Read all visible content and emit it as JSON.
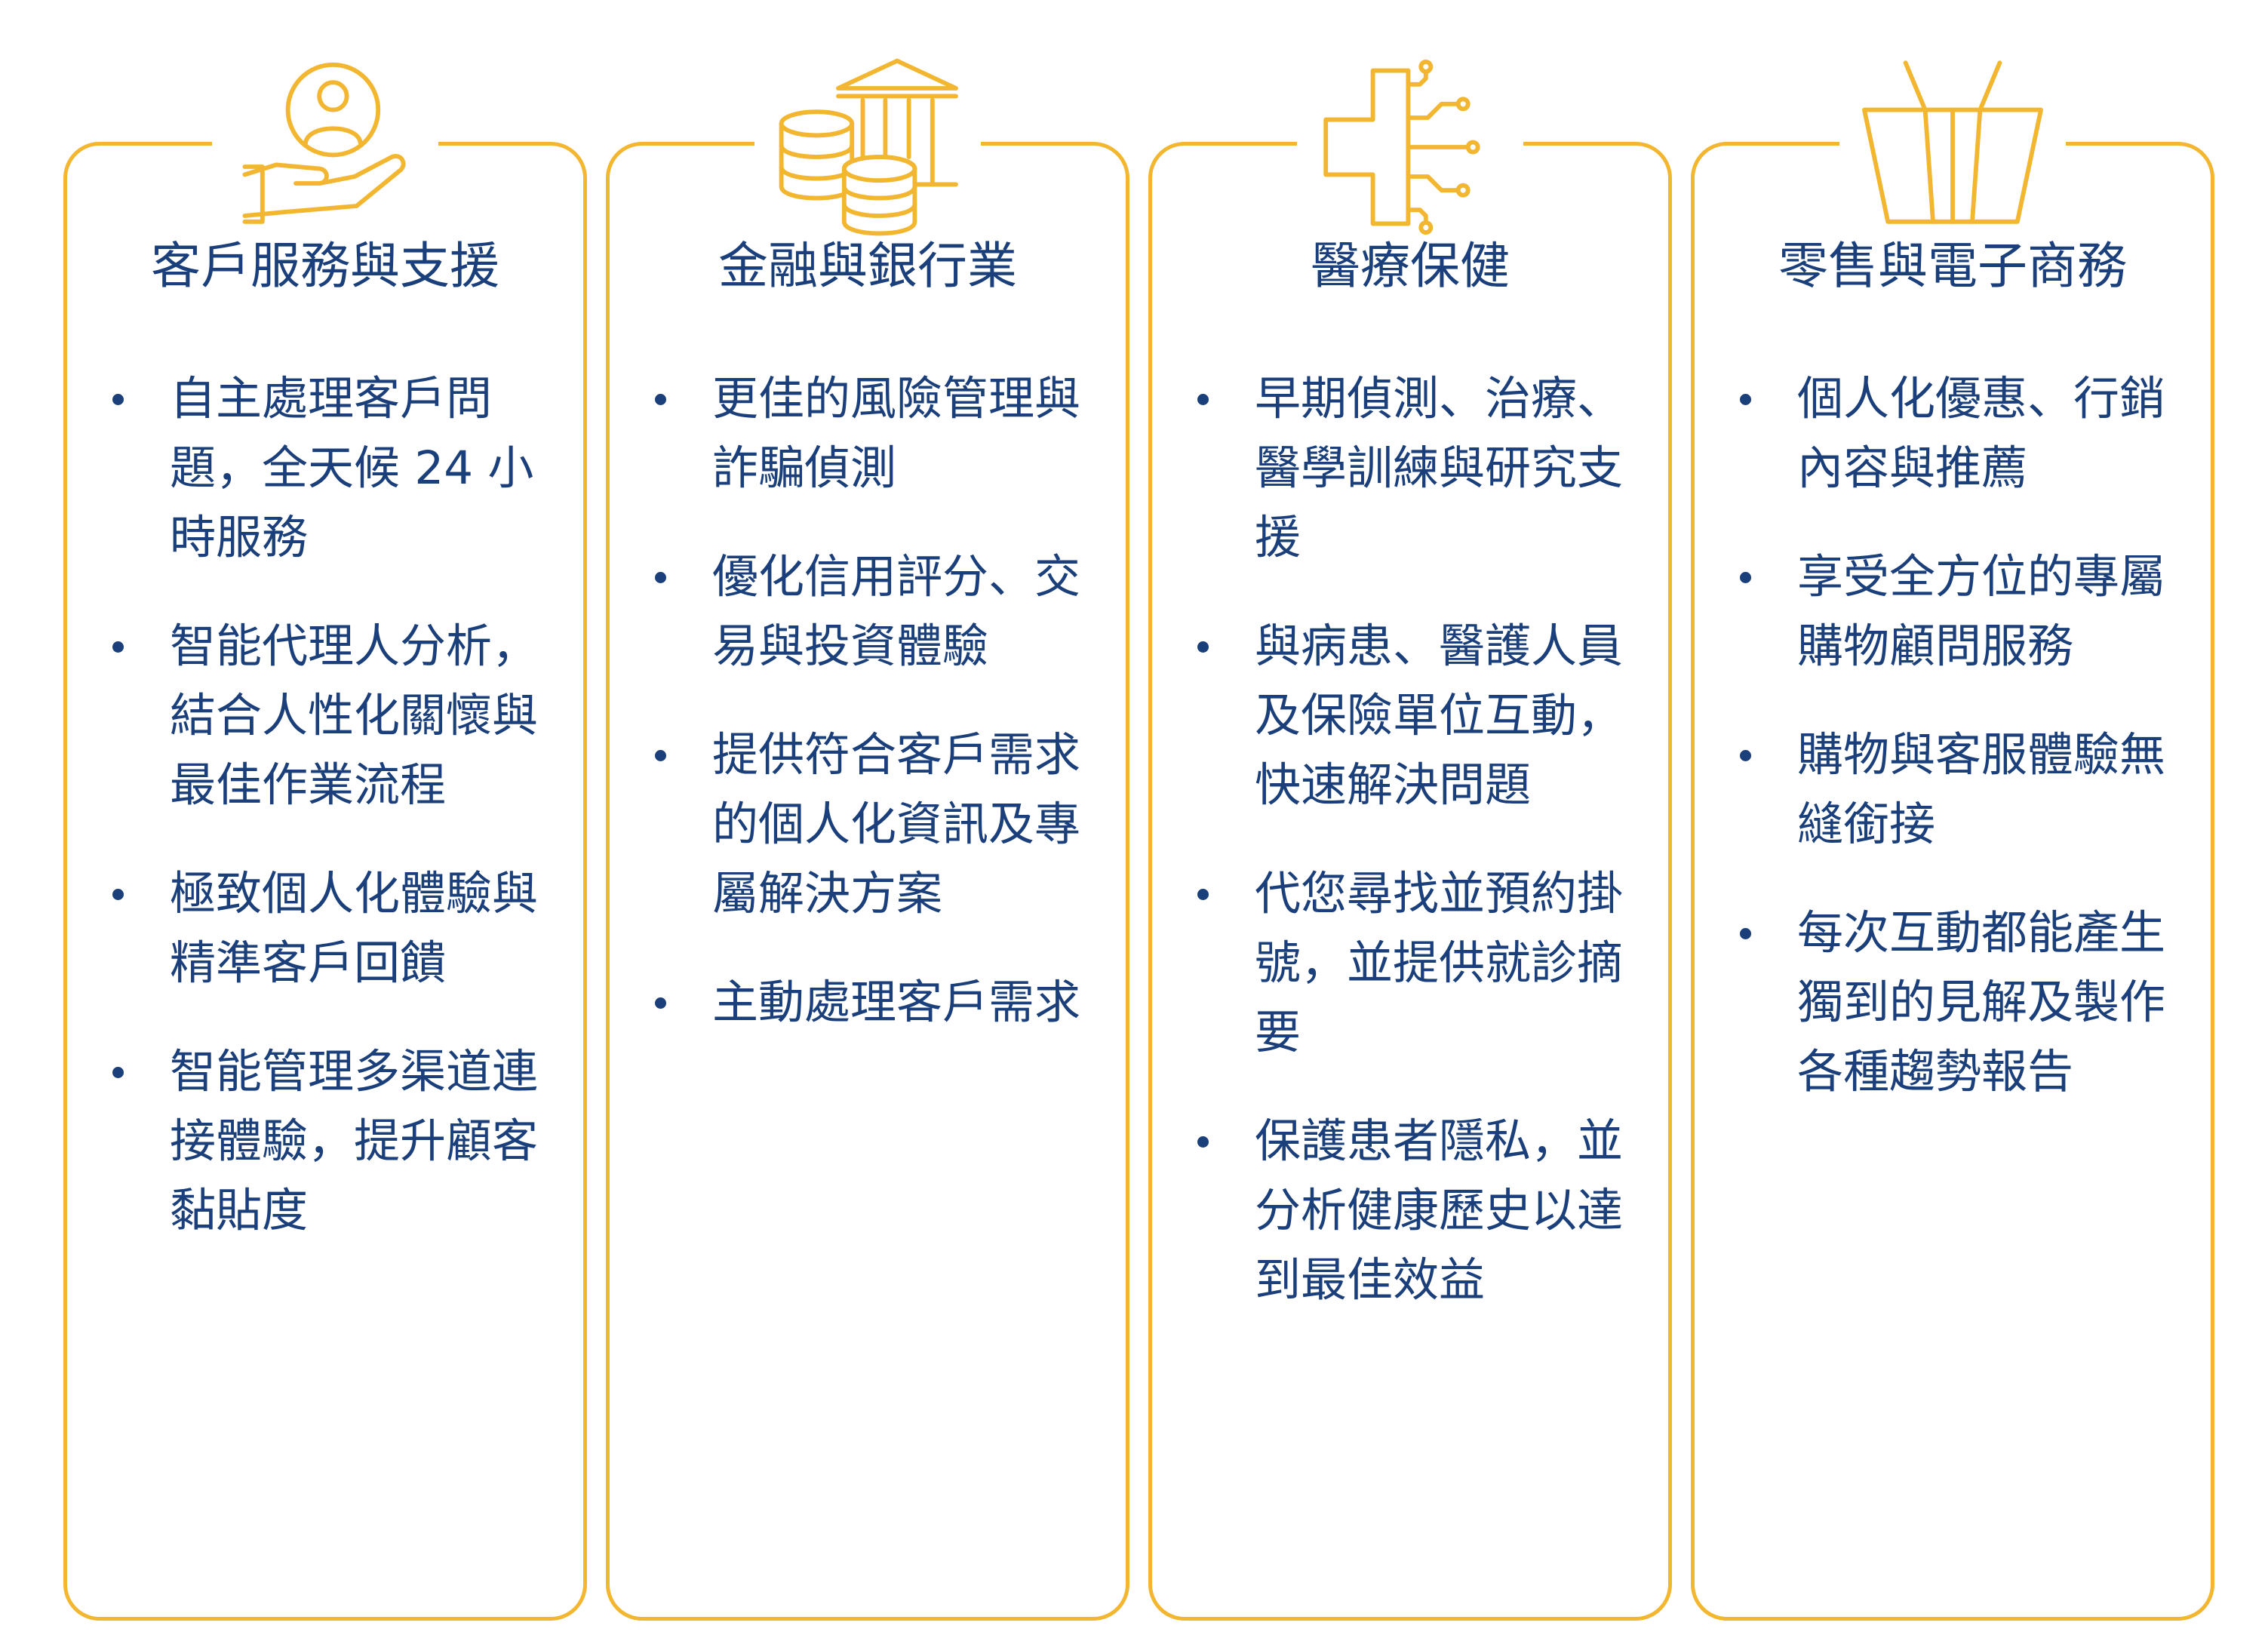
{
  "accent_color": "#f2b630",
  "text_color": "#1a3f7a",
  "columns": [
    {
      "icon": "hand-person-icon",
      "title": "客戶服務與支援",
      "items": [
        "自主處理客戶問題，全天候 24 小時服務",
        "智能代理人分析，結合人性化關懷與最佳作業流程",
        "極致個人化體驗與精準客戶回饋",
        "智能管理多渠道連接體驗，提升顧客黏貼度"
      ]
    },
    {
      "icon": "bank-coins-icon",
      "title": "金融與銀行業",
      "items": [
        "更佳的風險管理與詐騙偵測",
        "優化信用評分、交易與投資體驗",
        "提供符合客戶需求的個人化資訊及專屬解決方案",
        "主動處理客戶需求"
      ]
    },
    {
      "icon": "medical-circuit-icon",
      "title": "醫療保健",
      "items": [
        "早期偵測、治療、醫學訓練與研究支援",
        "與病患、醫護人員及保險單位互動，快速解決問題",
        "代您尋找並預約掛號，並提供就診摘要",
        "保護患者隱私，並分析健康歷史以達到最佳效益"
      ]
    },
    {
      "icon": "shopping-basket-icon",
      "title": "零售與電子商務",
      "items": [
        "個人化優惠、行銷內容與推薦",
        "享受全方位的專屬購物顧問服務",
        "購物與客服體驗無縫銜接",
        "每次互動都能產生獨到的見解及製作各種趨勢報告"
      ]
    }
  ]
}
